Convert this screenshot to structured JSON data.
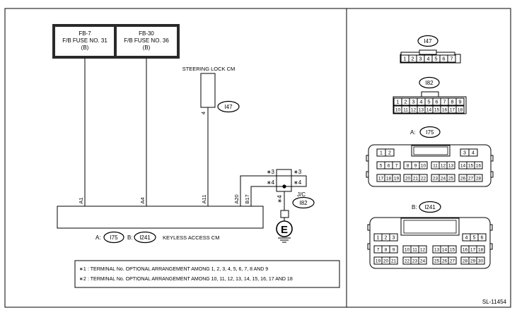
{
  "fuses": [
    {
      "id": "FB-7",
      "name": "F/B FUSE NO. 31",
      "wire": "(B)"
    },
    {
      "id": "FB-30",
      "name": "F/B FUSE NO. 36",
      "wire": "(B)"
    }
  ],
  "steering_lock": {
    "label": "STEERING LOCK CM",
    "pin": "4",
    "connector": "I47"
  },
  "keyless": {
    "label": "KEYLESS ACCESS CM",
    "prefix_a": "A:",
    "connector_a": "I75",
    "prefix_b": "B:",
    "connector_b": "I241",
    "pins": [
      "A1",
      "A4",
      "A11",
      "A20",
      "B17"
    ]
  },
  "jc": {
    "label": "J/C",
    "connector": "I82",
    "pin_left_top": "∗3",
    "pin_left_bottom": "∗4",
    "pin_right_top": "∗3",
    "pin_right_bottom": "∗4",
    "pin_ground": "∗4"
  },
  "ground": {
    "symbol": "E"
  },
  "notes": [
    {
      "mark": "∗1",
      "text": ": TERMINAL No. OPTIONAL ARRANGEMENT AMONG 1, 2, 3, 4, 5, 6, 7, 8 AND 9"
    },
    {
      "mark": "∗2",
      "text": ": TERMINAL No. OPTIONAL ARRANGEMENT AMONG 10, 11, 12, 13, 14, 15, 16, 17 AND 18"
    }
  ],
  "connectors": {
    "i47": {
      "label": "I47",
      "pins": [
        "1",
        "2",
        "3",
        "4",
        "5",
        "6",
        "7"
      ]
    },
    "i82": {
      "label": "I82",
      "row1": [
        "1",
        "2",
        "3",
        "4",
        "5",
        "6",
        "7",
        "8",
        "9"
      ],
      "row2": [
        "10",
        "11",
        "12",
        "13",
        "14",
        "15",
        "16",
        "17",
        "18"
      ]
    },
    "i75": {
      "prefix": "A:",
      "label": "I75",
      "row1": [
        [
          "1",
          "2"
        ],
        [
          "3",
          "4"
        ]
      ],
      "row2": [
        [
          "5",
          "6",
          "7"
        ],
        [
          "8",
          "9",
          "10"
        ],
        [
          "11",
          "12",
          "13"
        ],
        [
          "14",
          "15",
          "16"
        ]
      ],
      "row3": [
        [
          "17",
          "18",
          "19"
        ],
        [
          "20",
          "21",
          "22"
        ],
        [
          "23",
          "24",
          "25"
        ],
        [
          "26",
          "27",
          "28"
        ]
      ]
    },
    "i241": {
      "prefix": "B:",
      "label": "I241",
      "row1": [
        [
          "1",
          "2",
          "3"
        ],
        [
          "4",
          "5",
          "6"
        ]
      ],
      "row2": [
        [
          "7",
          "8",
          "9"
        ],
        [
          "10",
          "11",
          "12"
        ],
        [
          "13",
          "14",
          "15"
        ],
        [
          "16",
          "17",
          "18"
        ]
      ],
      "row3": [
        [
          "19",
          "20",
          "21"
        ],
        [
          "22",
          "23",
          "24"
        ],
        [
          "25",
          "26",
          "27"
        ],
        [
          "28",
          "29",
          "30"
        ]
      ]
    }
  },
  "doc_code": "SL-11454"
}
